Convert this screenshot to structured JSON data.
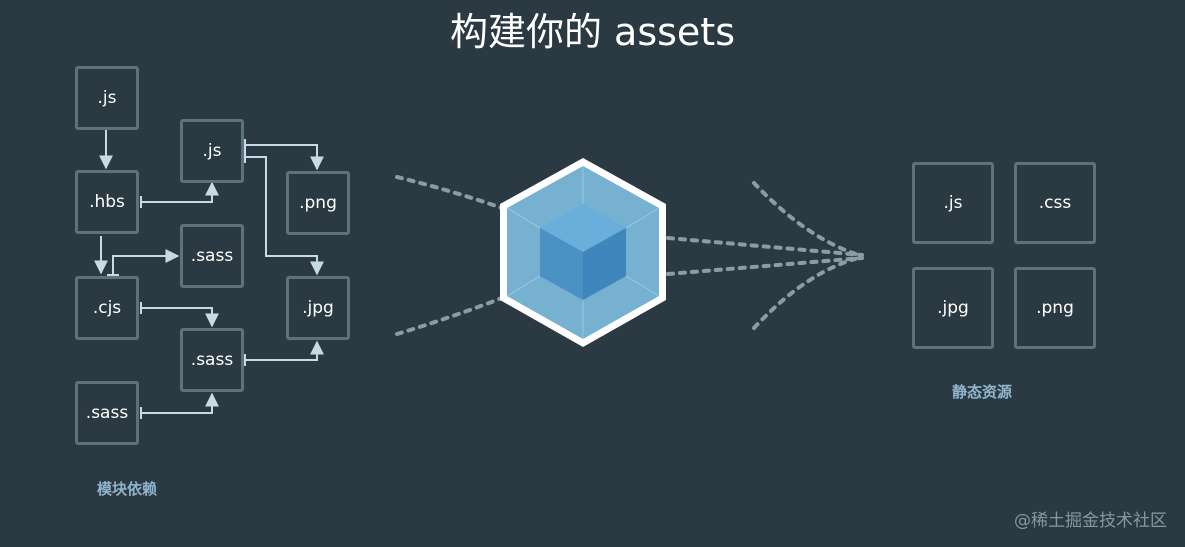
{
  "title": "构建你的 assets",
  "modules": {
    "caption": "模块依赖",
    "nodes": [
      ".js",
      ".hbs",
      ".js",
      ".png",
      ".sass",
      ".cjs",
      ".jpg",
      ".sass",
      ".sass"
    ]
  },
  "assets": {
    "caption": "静态资源",
    "nodes": [
      ".js",
      ".css",
      ".jpg",
      ".png"
    ]
  },
  "watermark": "@稀土掘金技术社区",
  "colors": {
    "background": "#2b3a42",
    "box_border": "#5d727c",
    "arrow": "#c6dbe6",
    "dotted_line": "#8a9ca4",
    "cube_light": "#8ed6fb",
    "cube_dark": "#1c78c0"
  }
}
